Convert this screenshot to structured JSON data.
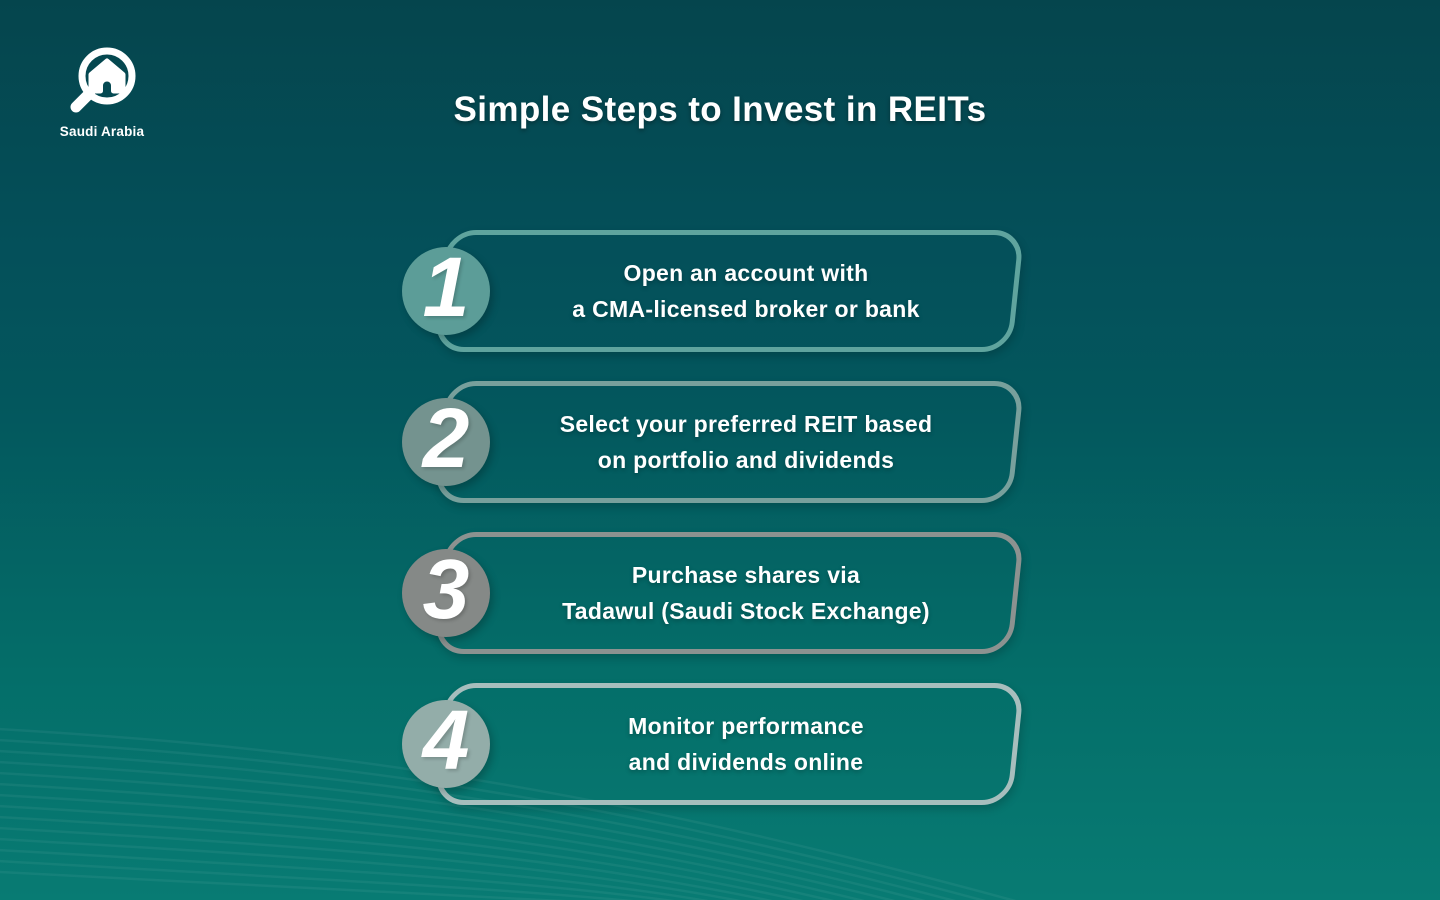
{
  "title": "Simple Steps to Invest in REITs",
  "logo": {
    "label": "Saudi Arabia",
    "icon": "magnifier-house-icon"
  },
  "steps": [
    {
      "number": "1",
      "line1": "Open an account with",
      "line2": "a CMA-licensed broker or bank",
      "circle_color": "#5C9D98",
      "border_color": "#5FA49E"
    },
    {
      "number": "2",
      "line1": "Select your preferred REIT based",
      "line2": "on portfolio and dividends",
      "circle_color": "#74938F",
      "border_color": "#78A09C"
    },
    {
      "number": "3",
      "line1": "Purchase shares via",
      "line2": "Tadawul (Saudi Stock Exchange)",
      "circle_color": "#858987",
      "border_color": "#8C9290"
    },
    {
      "number": "4",
      "line1": "Monitor performance",
      "line2": "and dividends online",
      "circle_color": "#93ADA9",
      "border_color": "#A7BEBD"
    }
  ],
  "colors": {
    "bg_top": "#05454D",
    "bg_bottom": "#087B73",
    "text": "#FFFFFF"
  }
}
